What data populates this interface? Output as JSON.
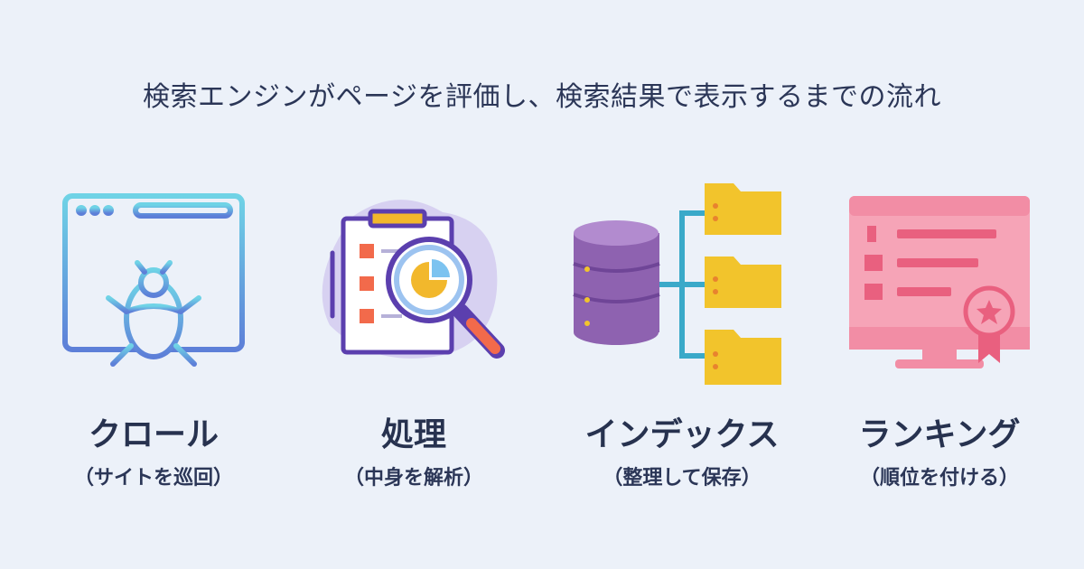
{
  "title": "検索エンジンがページを評価し、検索結果で表示するまでの流れ",
  "steps": [
    {
      "icon": "crawler-bug-browser-icon",
      "label": "クロール",
      "sub": "（サイトを巡回）"
    },
    {
      "icon": "clipboard-magnifier-icon",
      "label": "処理",
      "sub": "（中身を解析）"
    },
    {
      "icon": "database-folders-icon",
      "label": "インデックス",
      "sub": "（整理して保存）"
    },
    {
      "icon": "ranking-monitor-icon",
      "label": "ランキング",
      "sub": "（順位を付ける）"
    }
  ],
  "colors": {
    "background": "#ECF1F9",
    "text": "#2A3556",
    "crawl": "#5FAFE0",
    "process": "#6E4FBF",
    "index_db": "#8E62B0",
    "index_folder": "#F2C42C",
    "ranking": "#F28DA5"
  }
}
